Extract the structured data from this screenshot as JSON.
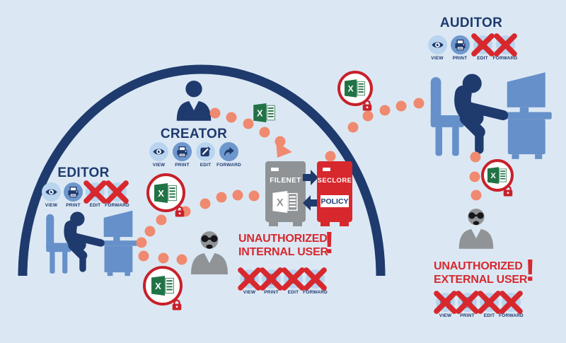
{
  "colors": {
    "background": "#dbe8f4",
    "navy": "#1f3a6d",
    "medium_blue": "#6690c9",
    "icon_circle_blue": "#b9d4ee",
    "red": "#d7282e",
    "salmon_dots": "#ef8a70",
    "excel_green": "#217346",
    "gray": "#909497",
    "white": "#ffffff"
  },
  "roles": {
    "creator": {
      "title": "CREATOR",
      "perms": [
        {
          "label": "VIEW",
          "icon": "eye-icon",
          "allowed": true
        },
        {
          "label": "PRINT",
          "icon": "printer-icon",
          "allowed": true
        },
        {
          "label": "EDIT",
          "icon": "edit-icon",
          "allowed": true
        },
        {
          "label": "FORWARD",
          "icon": "forward-icon",
          "allowed": true
        }
      ]
    },
    "editor": {
      "title": "EDITOR",
      "perms": [
        {
          "label": "VIEW",
          "icon": "eye-icon",
          "allowed": true
        },
        {
          "label": "PRINT",
          "icon": "printer-icon",
          "allowed": true
        },
        {
          "label": "EDIT",
          "icon": "edit-icon",
          "allowed": false
        },
        {
          "label": "FORWARD",
          "icon": "forward-icon",
          "allowed": false
        }
      ]
    },
    "auditor": {
      "title": "AUDITOR",
      "perms": [
        {
          "label": "VIEW",
          "icon": "eye-icon",
          "allowed": true
        },
        {
          "label": "PRINT",
          "icon": "printer-icon",
          "allowed": true
        },
        {
          "label": "EDIT",
          "icon": "edit-icon",
          "allowed": false
        },
        {
          "label": "FORWARD",
          "icon": "forward-icon",
          "allowed": false
        }
      ]
    },
    "unauthorized_internal": {
      "title_line1": "UNAUTHORIZED",
      "title_line2": "INTERNAL USER",
      "warning_mark": "!",
      "perms": [
        {
          "label": "VIEW",
          "icon": "eye-icon",
          "allowed": false
        },
        {
          "label": "PRINT",
          "icon": "printer-icon",
          "allowed": false
        },
        {
          "label": "EDIT",
          "icon": "edit-icon",
          "allowed": false
        },
        {
          "label": "FORWARD",
          "icon": "forward-icon",
          "allowed": false
        }
      ]
    },
    "unauthorized_external": {
      "title_line1": "UNAUTHORIZED",
      "title_line2": "EXTERNAL USER",
      "warning_mark": "!",
      "perms": [
        {
          "label": "VIEW",
          "icon": "eye-icon",
          "allowed": false
        },
        {
          "label": "PRINT",
          "icon": "printer-icon",
          "allowed": false
        },
        {
          "label": "EDIT",
          "icon": "edit-icon",
          "allowed": false
        },
        {
          "label": "FORWARD",
          "icon": "forward-icon",
          "allowed": false
        }
      ]
    }
  },
  "repository": {
    "filenet_label": "FILENET",
    "seclore_label": "SECLORE",
    "policy_label": "POLICY"
  },
  "file": {
    "excel_letter": "X"
  }
}
